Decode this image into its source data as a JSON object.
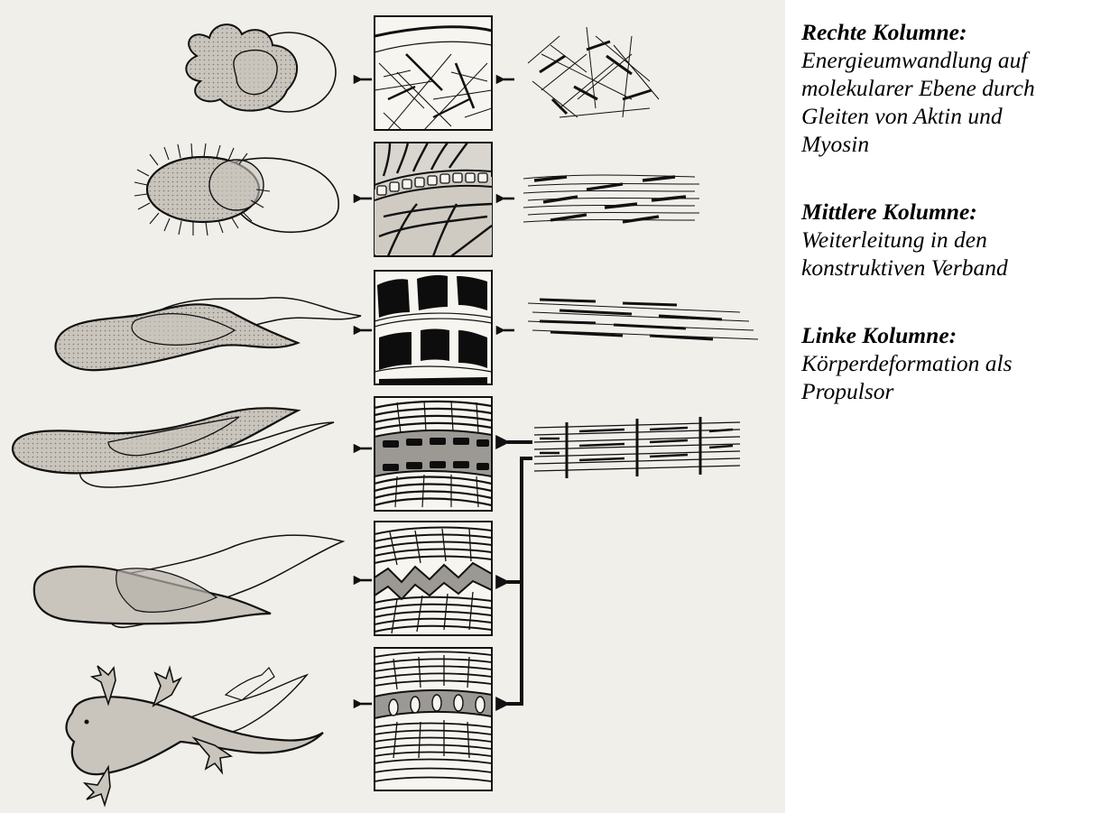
{
  "captions": [
    {
      "heading": "Rechte Kolumne:",
      "lines": [
        "Energieumwandlung auf",
        "molekularer Ebene durch",
        "Gleiten von Aktin und",
        "Myosin"
      ]
    },
    {
      "heading": "Mittlere Kolumne:",
      "lines": [
        "Weiterleitung in den",
        "konstruktiven Verband"
      ]
    },
    {
      "heading": "Linke Kolumne:",
      "lines": [
        "Körperdeformation als",
        "Propulsor"
      ]
    }
  ],
  "rows": [
    {
      "organism": "amoeba",
      "tissue": "random-fiber-network",
      "molecular": "random-filaments"
    },
    {
      "organism": "ciliate",
      "tissue": "cortex-with-fibers",
      "molecular": "aligned-filaments"
    },
    {
      "organism": "flatworm",
      "tissue": "muscle-blocks",
      "molecular": "parallel-filaments"
    },
    {
      "organism": "worm",
      "tissue": "striated-band",
      "molecular": "sarcomere"
    },
    {
      "organism": "fish",
      "tissue": "myomere-zigzag",
      "molecular": ""
    },
    {
      "organism": "lizard",
      "tissue": "segmented-myomeres",
      "molecular": ""
    }
  ],
  "colors": {
    "paper": "#f1efe9",
    "fill": "#c9c5bd",
    "ink": "#111111",
    "block": "#0d0d0d",
    "band": "#9c9893"
  }
}
